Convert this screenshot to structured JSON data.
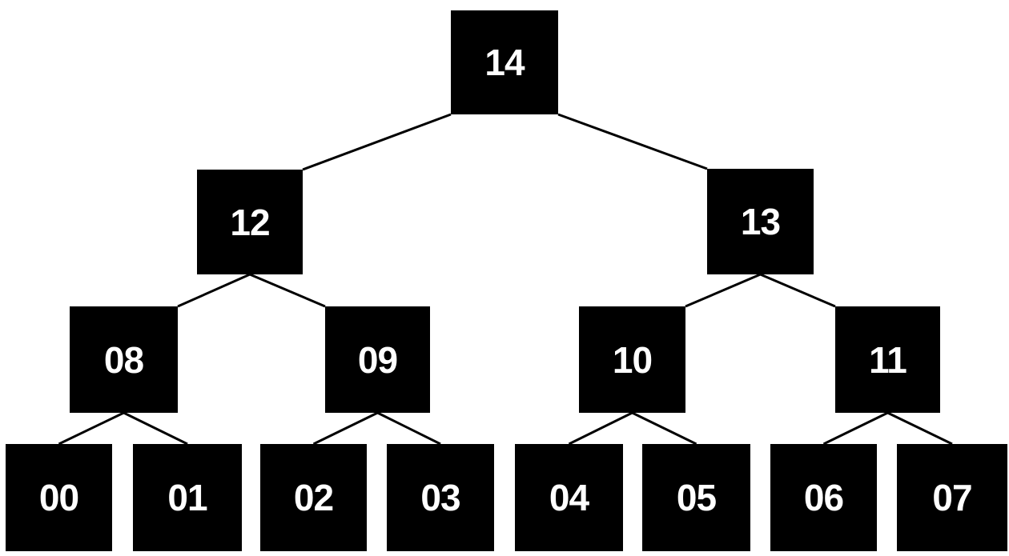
{
  "diagram": {
    "type": "binary-tree",
    "node_count": 15,
    "background_color": "#ffffff",
    "node_fill_color": "#000000",
    "node_label_color": "#ffffff",
    "edge_color": "#000000",
    "nodes": [
      {
        "id": "n14",
        "label": "14",
        "depth": 0
      },
      {
        "id": "n12",
        "label": "12",
        "depth": 1
      },
      {
        "id": "n13",
        "label": "13",
        "depth": 1
      },
      {
        "id": "n08",
        "label": "08",
        "depth": 2
      },
      {
        "id": "n09",
        "label": "09",
        "depth": 2
      },
      {
        "id": "n10",
        "label": "10",
        "depth": 2
      },
      {
        "id": "n11",
        "label": "11",
        "depth": 2
      },
      {
        "id": "n00",
        "label": "00",
        "depth": 3
      },
      {
        "id": "n01",
        "label": "01",
        "depth": 3
      },
      {
        "id": "n02",
        "label": "02",
        "depth": 3
      },
      {
        "id": "n03",
        "label": "03",
        "depth": 3
      },
      {
        "id": "n04",
        "label": "04",
        "depth": 3
      },
      {
        "id": "n05",
        "label": "05",
        "depth": 3
      },
      {
        "id": "n06",
        "label": "06",
        "depth": 3
      },
      {
        "id": "n07",
        "label": "07",
        "depth": 3
      }
    ],
    "edges": [
      [
        "n14",
        "n12"
      ],
      [
        "n14",
        "n13"
      ],
      [
        "n12",
        "n08"
      ],
      [
        "n12",
        "n09"
      ],
      [
        "n13",
        "n10"
      ],
      [
        "n13",
        "n11"
      ],
      [
        "n08",
        "n00"
      ],
      [
        "n08",
        "n01"
      ],
      [
        "n09",
        "n02"
      ],
      [
        "n09",
        "n03"
      ],
      [
        "n10",
        "n04"
      ],
      [
        "n10",
        "n05"
      ],
      [
        "n11",
        "n06"
      ],
      [
        "n11",
        "n07"
      ]
    ]
  }
}
